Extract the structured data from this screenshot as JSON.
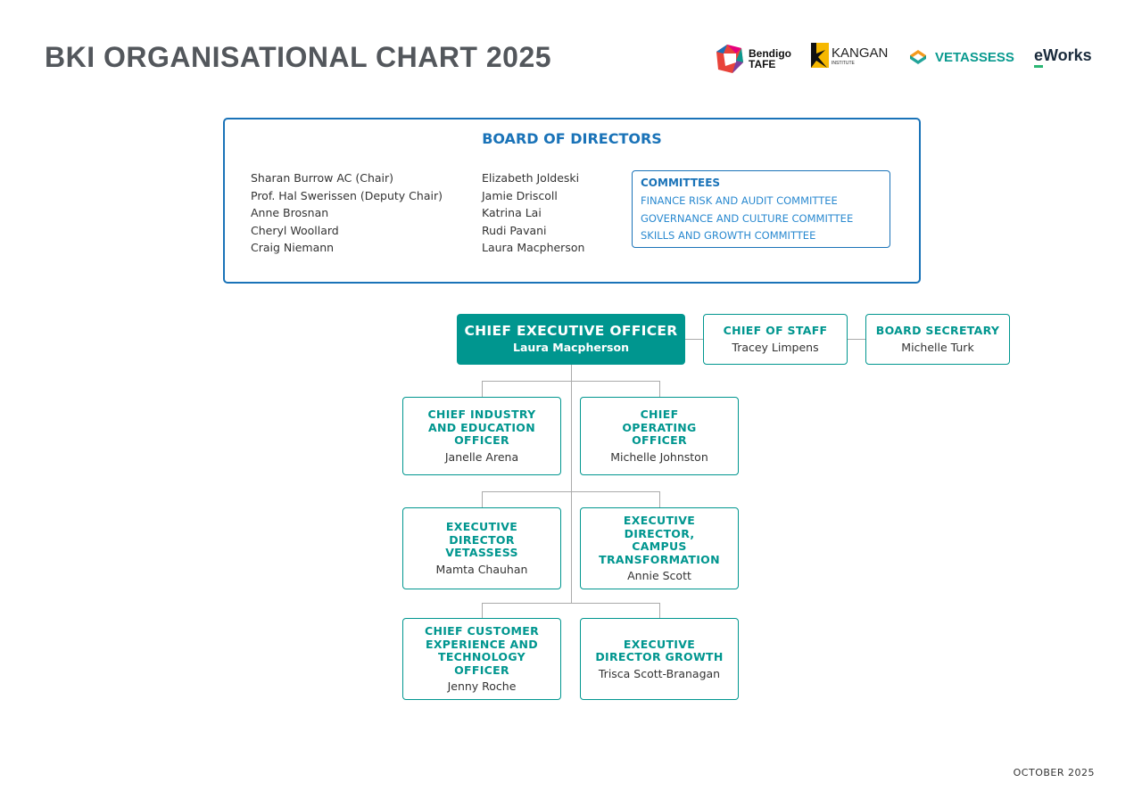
{
  "title": "BKI ORGANISATIONAL CHART 2025",
  "logos": {
    "bendigo_line1": "Bendigo",
    "bendigo_line2": "TAFE",
    "kangan": "KANGAN",
    "kangan_sub": "INSTITUTE",
    "vetassess": "VETASSESS",
    "eworks": "eWorks"
  },
  "colors": {
    "teal": "#00968f",
    "blue": "#1a73b8",
    "title": "#53575c"
  },
  "board": {
    "title": "BOARD OF DIRECTORS",
    "col1": [
      "Sharan Burrow AC (Chair)",
      "Prof. Hal Swerissen (Deputy Chair)",
      "Anne Brosnan",
      "Cheryl Woollard",
      "Craig Niemann"
    ],
    "col2": [
      "Elizabeth Joldeski",
      "Jamie Driscoll",
      "Katrina Lai",
      "Rudi Pavani",
      "Laura Macpherson"
    ],
    "committees": {
      "title": "COMMITTEES",
      "items": [
        "FINANCE RISK AND AUDIT COMMITTEE",
        "GOVERNANCE AND CULTURE COMMITTEE",
        "SKILLS AND GROWTH COMMITTEE"
      ]
    }
  },
  "ceo": {
    "role": "CHIEF EXECUTIVE OFFICER",
    "name": "Laura Macpherson"
  },
  "staff": {
    "role": "CHIEF OF STAFF",
    "name": "Tracey Limpens"
  },
  "secretary": {
    "role": "BOARD SECRETARY",
    "name": "Michelle Turk"
  },
  "reports": [
    {
      "role": "CHIEF INDUSTRY AND EDUCATION OFFICER",
      "name": "Janelle Arena"
    },
    {
      "role": "CHIEF OPERATING OFFICER",
      "name": "Michelle Johnston"
    },
    {
      "role": "EXECUTIVE DIRECTOR VETASSESS",
      "name": "Mamta Chauhan"
    },
    {
      "role": "EXECUTIVE DIRECTOR, CAMPUS TRANSFORMATION",
      "name": "Annie Scott"
    },
    {
      "role": "CHIEF CUSTOMER EXPERIENCE AND TECHNOLOGY OFFICER",
      "name": "Jenny Roche"
    },
    {
      "role": "EXECUTIVE DIRECTOR GROWTH",
      "name": "Trisca Scott-Branagan"
    }
  ],
  "date": "OCTOBER 2025"
}
